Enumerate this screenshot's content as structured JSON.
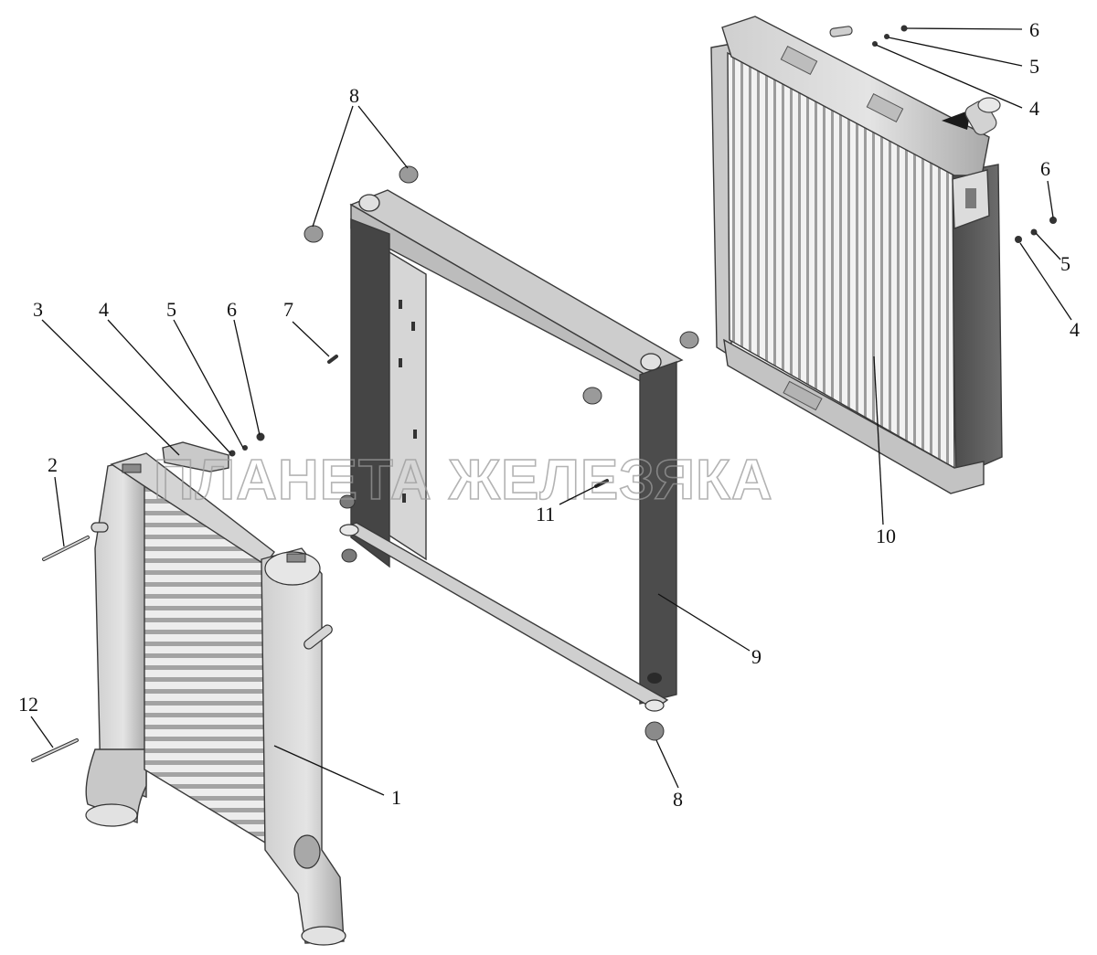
{
  "watermark": "ПЛАНЕТА ЖЕЛЕЗЯКА",
  "callouts": {
    "c1": "1",
    "c2": "2",
    "c3": "3",
    "c4a": "4",
    "c5a": "5",
    "c6a": "6",
    "c7": "7",
    "c8a": "8",
    "c8b": "8",
    "c9": "9",
    "c10": "10",
    "c11": "11",
    "c12": "12",
    "c4b": "4",
    "c5b": "5",
    "c6b": "6",
    "c4c": "4",
    "c5c": "5",
    "c6c": "6"
  },
  "colors": {
    "body_light": "#d8d8d8",
    "body_mid": "#b9b9b9",
    "body_dark": "#5a5a5a",
    "fins_light": "#eeeeee",
    "fins_dark": "#9c9c9c",
    "ink": "#111111"
  }
}
